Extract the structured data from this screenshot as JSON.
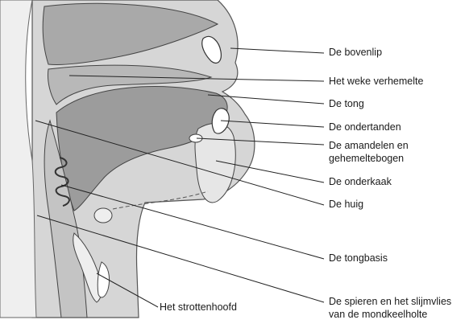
{
  "labels": {
    "bovenlip": "De bovenlip",
    "weke_verhemelte": "Het weke verhemelte",
    "tong": "De tong",
    "ondertanden": "De ondertanden",
    "amandelen_line1": "De amandelen en",
    "amandelen_line2": "gehemeltebogen",
    "onderkaak": "De onderkaak",
    "huig": "De huig",
    "tongbasis": "De tongbasis",
    "strottenhoofd": "Het strottenhoofd",
    "spieren_line1": "De spieren en het slijmvlies",
    "spieren_line2": "van de mondkeelholte"
  }
}
